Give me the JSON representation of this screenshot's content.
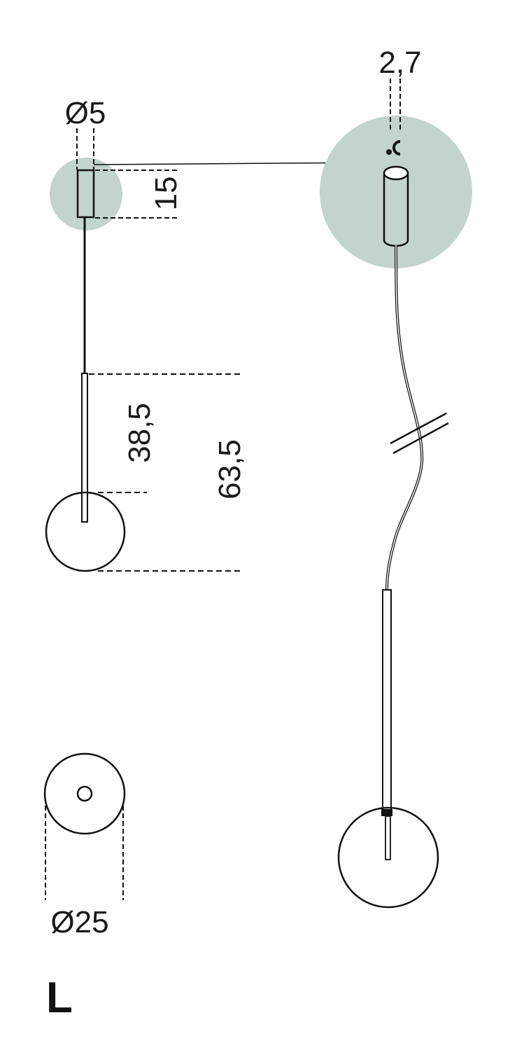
{
  "colors": {
    "highlight": "#c3d3ce",
    "line": "#111111",
    "background": "#ffffff"
  },
  "dimensions": {
    "canopy_diameter": "Ø5",
    "canopy_height": "15",
    "rod_length": "38,5",
    "total_height": "63,5",
    "globe_diameter": "Ø25",
    "cable_diameter": "2,7"
  },
  "size_label": "L"
}
